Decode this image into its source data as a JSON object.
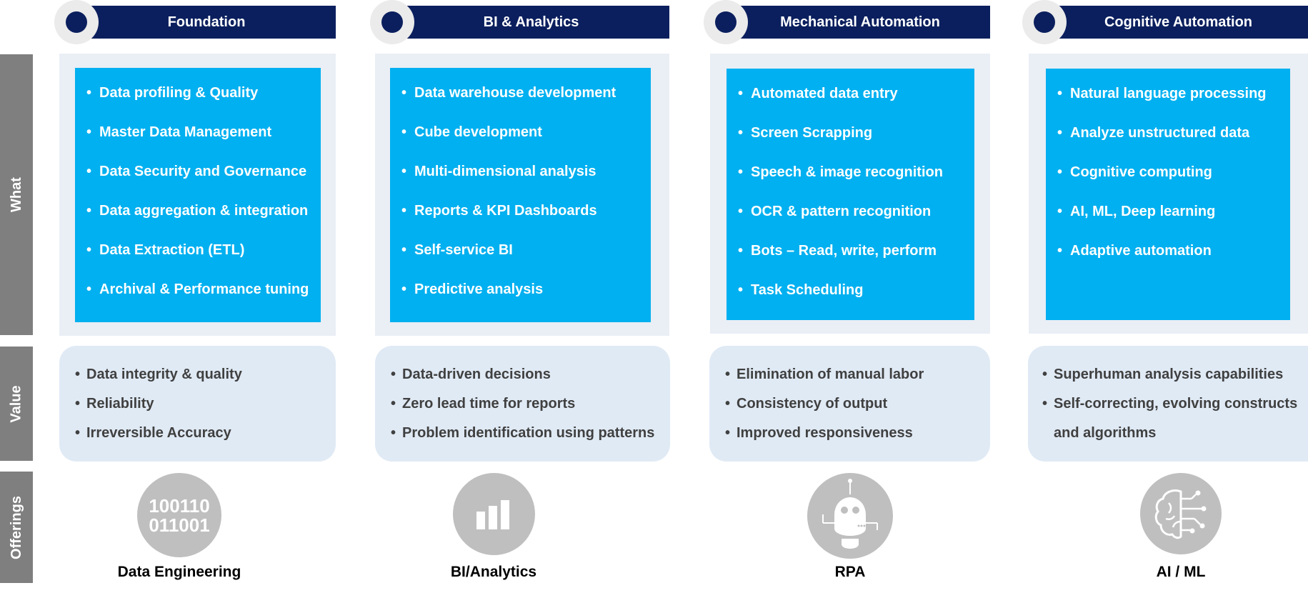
{
  "rows": {
    "what": "What",
    "value": "Value",
    "offerings": "Offerings"
  },
  "columns": [
    {
      "title": "Foundation",
      "what": [
        "Data profiling & Quality",
        "Master Data Management",
        "Data Security and Governance",
        "Data aggregation & integration",
        "Data Extraction (ETL)",
        "Archival & Performance tuning"
      ],
      "value": [
        "Data integrity & quality",
        "Reliability",
        "Irreversible Accuracy"
      ],
      "offering": {
        "icon": "binary-data-icon",
        "label": "Data Engineering",
        "icon_text_top": "100110",
        "icon_text_bottom": "011001"
      }
    },
    {
      "title": "BI & Analytics",
      "what": [
        "Data warehouse development",
        "Cube development",
        "Multi-dimensional analysis",
        "Reports & KPI Dashboards",
        "Self-service BI",
        "Predictive analysis"
      ],
      "value": [
        "Data-driven decisions",
        "Zero lead time for reports",
        "Problem identification using patterns"
      ],
      "offering": {
        "icon": "bar-chart-icon",
        "label": "BI/Analytics"
      }
    },
    {
      "title": "Mechanical Automation",
      "what": [
        "Automated data entry",
        "Screen Scrapping",
        "Speech & image recognition",
        "OCR & pattern recognition",
        "Bots – Read, write, perform",
        "Task Scheduling"
      ],
      "value": [
        "Elimination of manual labor",
        "Consistency of output",
        "Improved responsiveness"
      ],
      "offering": {
        "icon": "robot-icon",
        "label": "RPA"
      }
    },
    {
      "title": "Cognitive Automation",
      "what": [
        "Natural language processing",
        "Analyze unstructured data",
        "Cognitive computing",
        "AI, ML, Deep learning",
        "Adaptive automation"
      ],
      "value": [
        "Superhuman analysis capabilities",
        "Self-correcting, evolving constructs and algorithms"
      ],
      "offering": {
        "icon": "brain-circuit-icon",
        "label": "AI / ML"
      }
    }
  ],
  "colors": {
    "header_bg": "#0b1f5e",
    "what_bg": "#00b0f0",
    "what_outer_bg": "#eaeef5",
    "value_bg": "#e0eaf5",
    "row_label_bg": "#7f7f7f",
    "icon_bg": "#bfbfbf"
  }
}
